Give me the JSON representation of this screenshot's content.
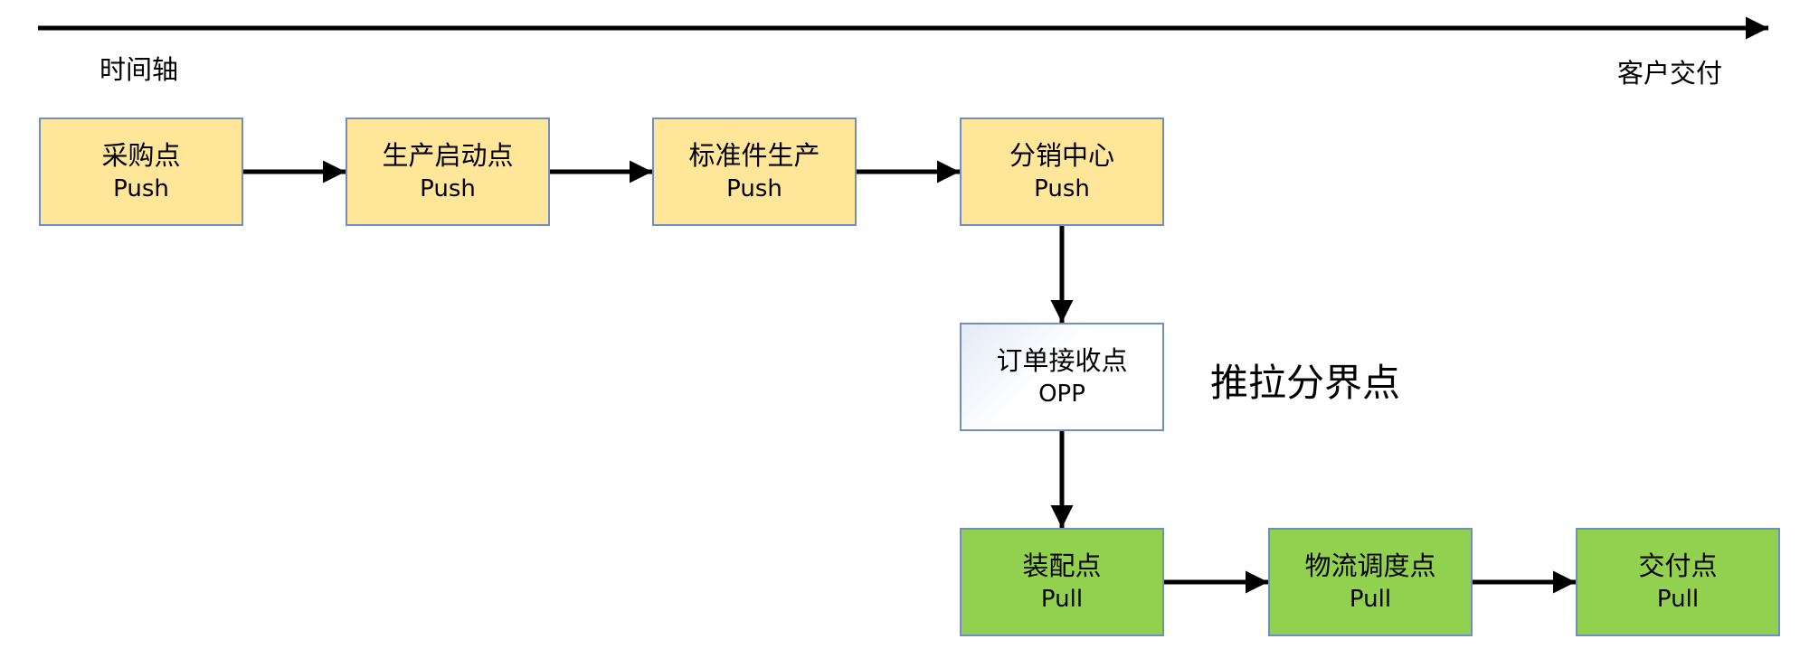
{
  "axis": {
    "start_label": "时间轴",
    "end_label": "客户交付"
  },
  "boundary_label": "推拉分界点",
  "nodes": [
    {
      "id": "procurement",
      "title": "采购点",
      "mode": "Push",
      "kind": "push"
    },
    {
      "id": "production-start",
      "title": "生产启动点",
      "mode": "Push",
      "kind": "push"
    },
    {
      "id": "standard-parts",
      "title": "标准件生产",
      "mode": "Push",
      "kind": "push"
    },
    {
      "id": "distribution-center",
      "title": "分销中心",
      "mode": "Push",
      "kind": "push"
    },
    {
      "id": "order-receipt",
      "title": "订单接收点",
      "mode": "OPP",
      "kind": "opp"
    },
    {
      "id": "assembly",
      "title": "装配点",
      "mode": "Pull",
      "kind": "pull"
    },
    {
      "id": "logistics-dispatch",
      "title": "物流调度点",
      "mode": "Pull",
      "kind": "pull"
    },
    {
      "id": "delivery",
      "title": "交付点",
      "mode": "Pull",
      "kind": "pull"
    }
  ],
  "edges": [
    {
      "from": "procurement",
      "to": "production-start"
    },
    {
      "from": "production-start",
      "to": "standard-parts"
    },
    {
      "from": "standard-parts",
      "to": "distribution-center"
    },
    {
      "from": "distribution-center",
      "to": "order-receipt"
    },
    {
      "from": "order-receipt",
      "to": "assembly"
    },
    {
      "from": "assembly",
      "to": "logistics-dispatch"
    },
    {
      "from": "logistics-dispatch",
      "to": "delivery"
    }
  ],
  "colors": {
    "push": "#ffe699",
    "opp": "#ffffff",
    "pull": "#92d050",
    "border": "#6f8fc0",
    "line": "#000000"
  }
}
